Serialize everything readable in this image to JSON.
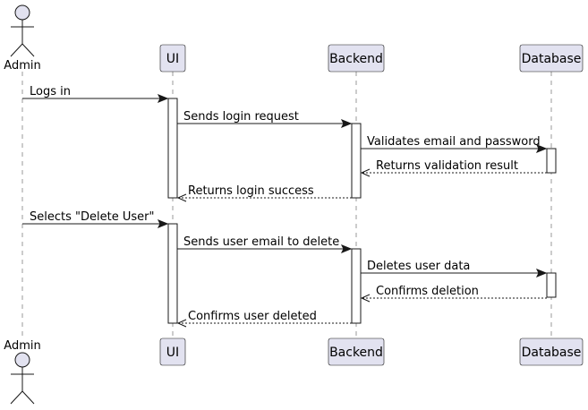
{
  "participants": {
    "admin": "Admin",
    "ui": "UI",
    "backend": "Backend",
    "database": "Database"
  },
  "messages": [
    {
      "from": "admin",
      "to": "ui",
      "label": "Logs in",
      "style": "solid"
    },
    {
      "from": "ui",
      "to": "backend",
      "label": "Sends login request",
      "style": "solid"
    },
    {
      "from": "backend",
      "to": "database",
      "label": "Validates email and password",
      "style": "solid"
    },
    {
      "from": "database",
      "to": "backend",
      "label": "Returns validation result",
      "style": "dashed"
    },
    {
      "from": "backend",
      "to": "ui",
      "label": "Returns login success",
      "style": "dashed"
    },
    {
      "from": "admin",
      "to": "ui",
      "label": "Selects \"Delete User\"",
      "style": "solid"
    },
    {
      "from": "ui",
      "to": "backend",
      "label": "Sends user email to delete",
      "style": "solid"
    },
    {
      "from": "backend",
      "to": "database",
      "label": "Deletes user data",
      "style": "solid"
    },
    {
      "from": "database",
      "to": "backend",
      "label": "Confirms deletion",
      "style": "dashed"
    },
    {
      "from": "backend",
      "to": "ui",
      "label": "Confirms user deleted",
      "style": "dashed"
    }
  ],
  "colors": {
    "participant_fill": "#e2e2f0",
    "line": "#181818",
    "lifeline": "#999999"
  }
}
